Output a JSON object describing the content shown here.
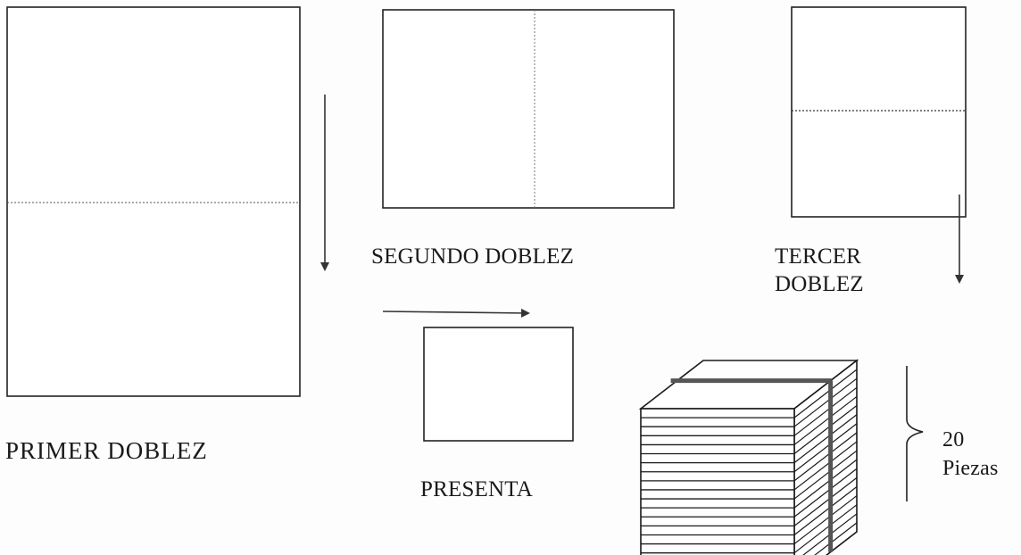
{
  "steps": {
    "primer": "PRIMER DOBLEZ",
    "segundo": "SEGUNDO DOBLEZ",
    "tercer_line1": "TERCER",
    "tercer_line2": "DOBLEZ",
    "presenta": "PRESENTA"
  },
  "stack": {
    "count": "20",
    "unit": "Piezas",
    "layers": 20
  },
  "colors": {
    "ink": "#1a1a1a",
    "fold_line": "#555555",
    "band": "#555555"
  }
}
